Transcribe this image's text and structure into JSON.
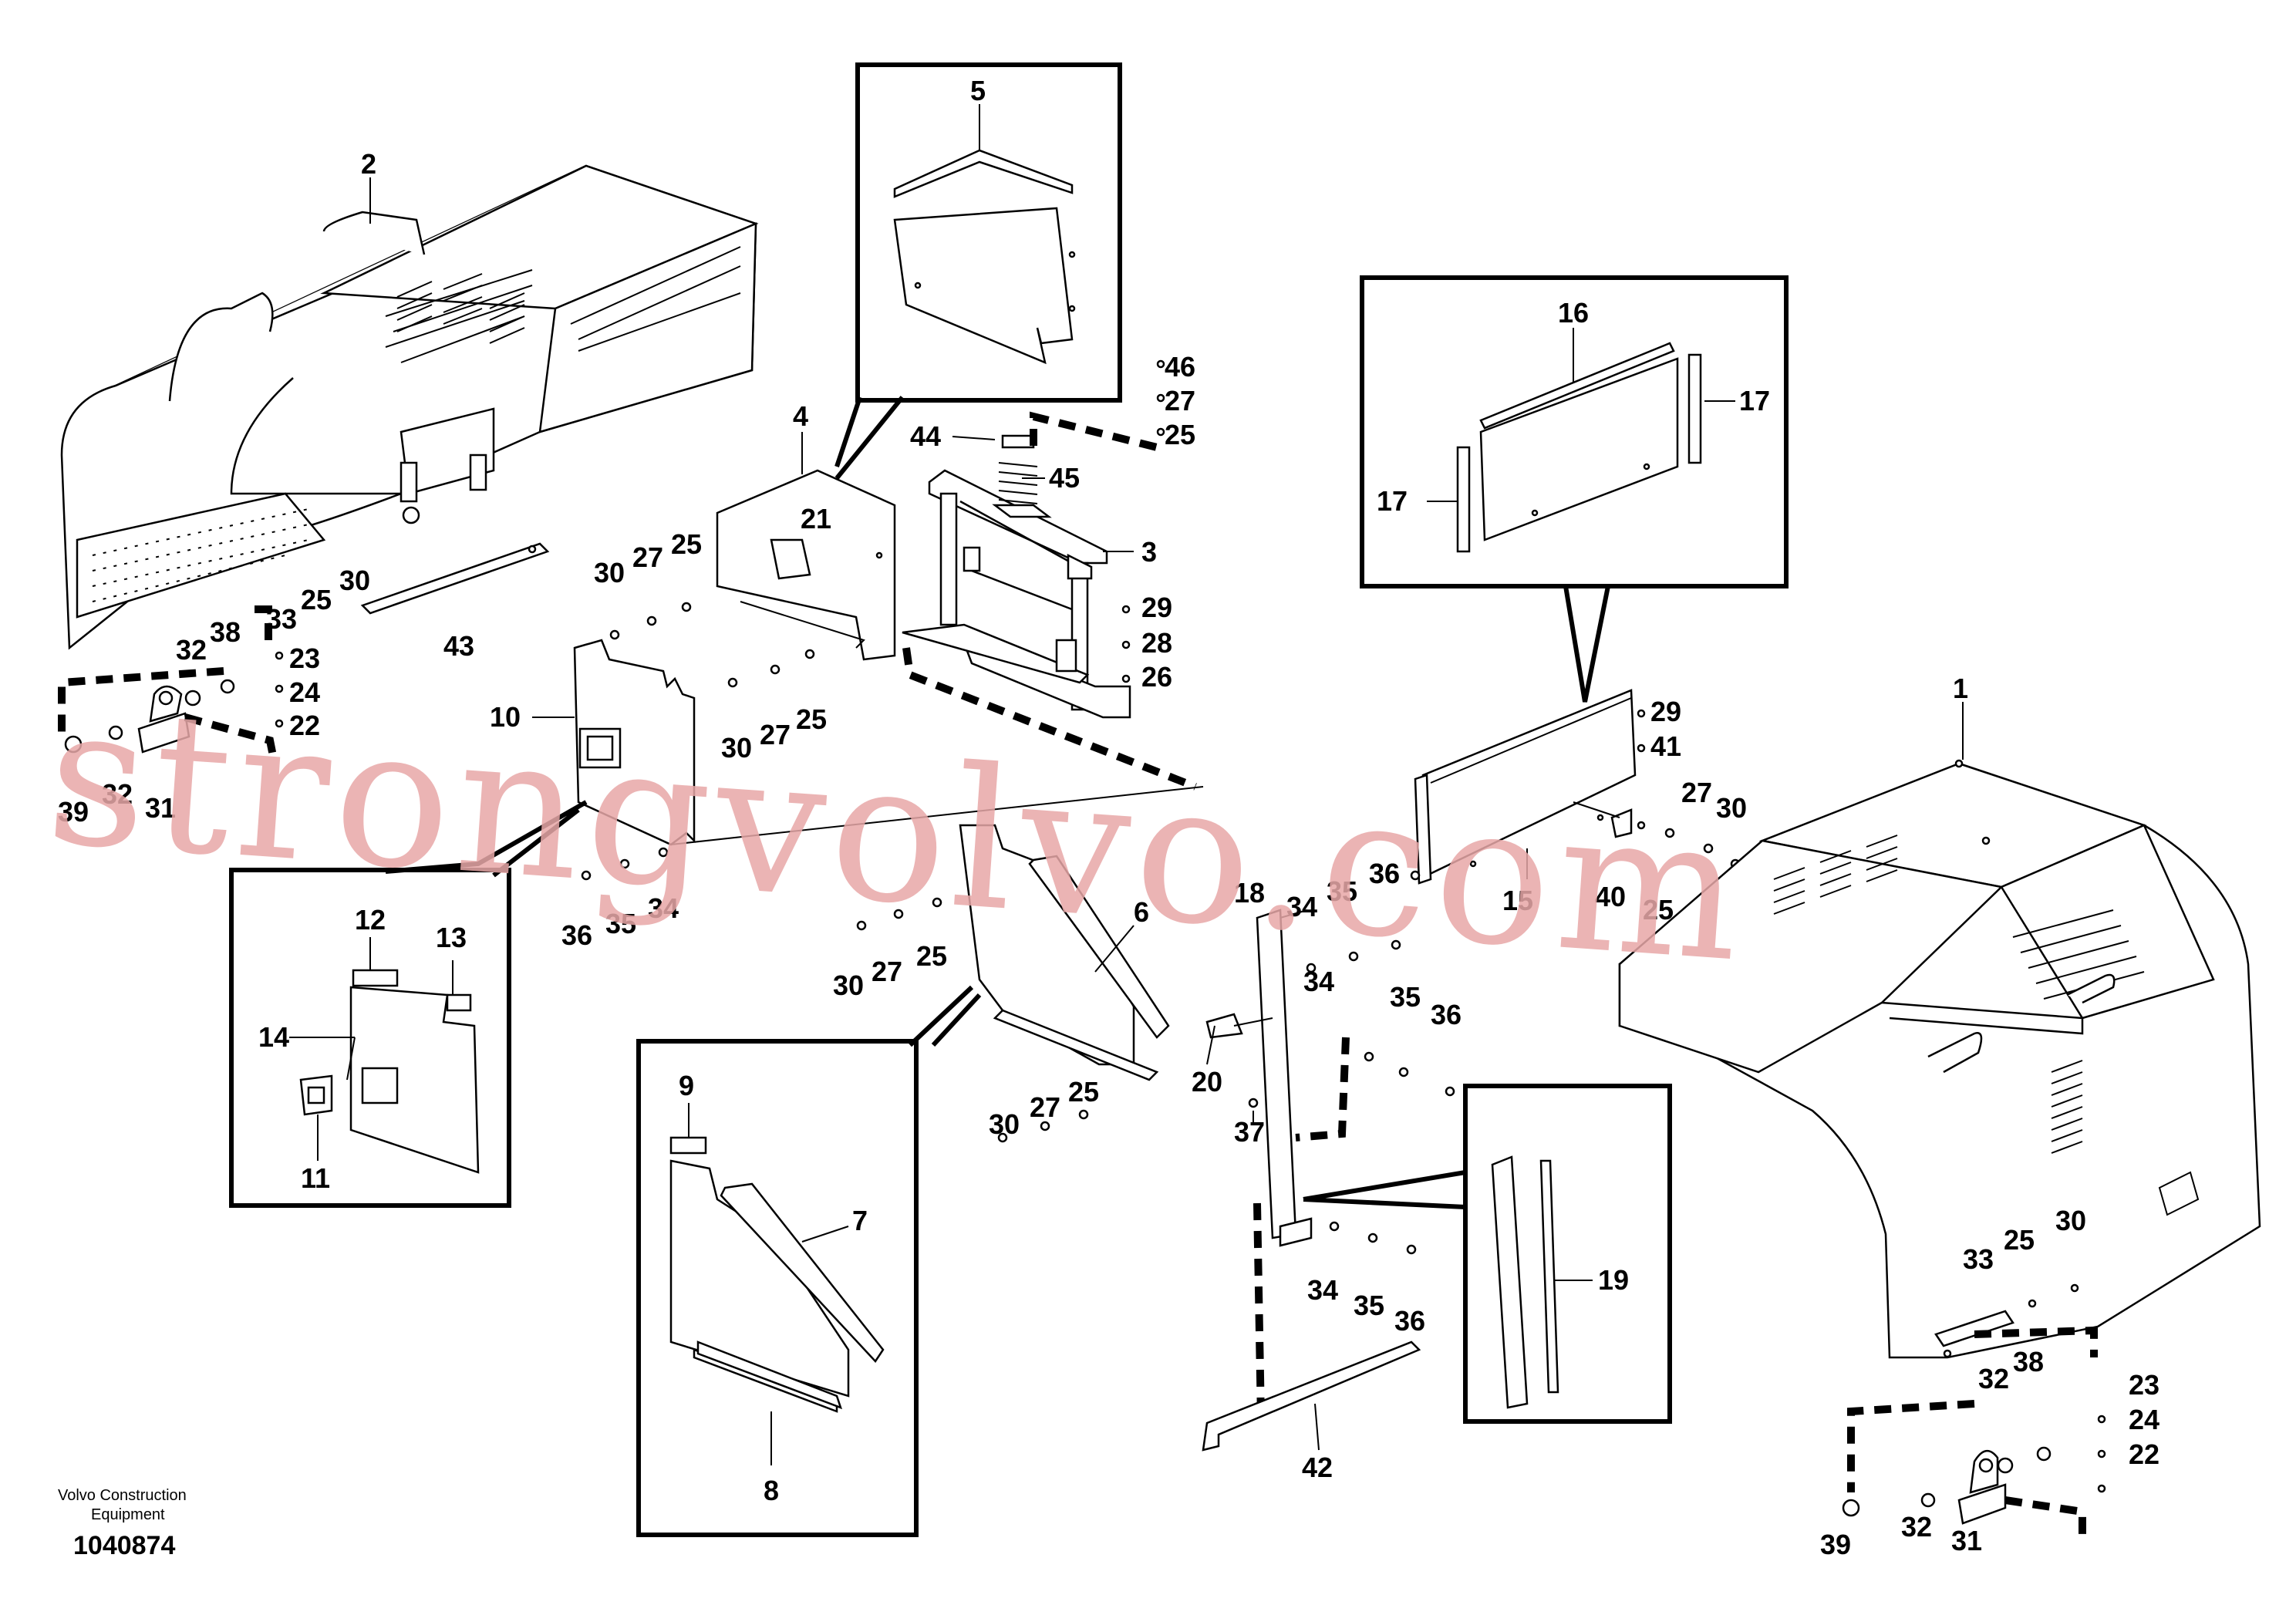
{
  "callouts": {
    "c1": "1",
    "c2": "2",
    "c3": "3",
    "c4": "4",
    "c5": "5",
    "c6": "6",
    "c7": "7",
    "c8": "8",
    "c9": "9",
    "c10": "10",
    "c11": "11",
    "c12": "12",
    "c13": "13",
    "c14": "14",
    "c15": "15",
    "c16": "16",
    "c17a": "17",
    "c17b": "17",
    "c18": "18",
    "c19": "19",
    "c20": "20",
    "c21": "21",
    "c22a": "22",
    "c22b": "22",
    "c23a": "23",
    "c23b": "23",
    "c24a": "24",
    "c24b": "24",
    "c25a": "25",
    "c25b": "25",
    "c25c": "25",
    "c25d": "25",
    "c25e": "25",
    "c25f": "25",
    "c25g": "25",
    "c25h": "25",
    "c26": "26",
    "c27a": "27",
    "c27b": "27",
    "c27c": "27",
    "c27d": "27",
    "c27e": "27",
    "c27f": "27",
    "c28": "28",
    "c29a": "29",
    "c29b": "29",
    "c30a": "30",
    "c30b": "30",
    "c30c": "30",
    "c30d": "30",
    "c30e": "30",
    "c30f": "30",
    "c30g": "30",
    "c31a": "31",
    "c31b": "31",
    "c32a": "32",
    "c32b": "32",
    "c32c": "32",
    "c32d": "32",
    "c33a": "33",
    "c33b": "33",
    "c34a": "34",
    "c34b": "34",
    "c34c": "34",
    "c34d": "34",
    "c35a": "35",
    "c35b": "35",
    "c35c": "35",
    "c35d": "35",
    "c36a": "36",
    "c36b": "36",
    "c36c": "36",
    "c36d": "36",
    "c37": "37",
    "c38a": "38",
    "c38b": "38",
    "c39a": "39",
    "c39b": "39",
    "c40": "40",
    "c41": "41",
    "c42": "42",
    "c43": "43",
    "c44": "44",
    "c45": "45",
    "c46": "46"
  },
  "caption": {
    "line1": "Volvo Construction",
    "line2": "Equipment",
    "drawing_number": "1040874"
  },
  "watermark": "strongvolvo.com"
}
